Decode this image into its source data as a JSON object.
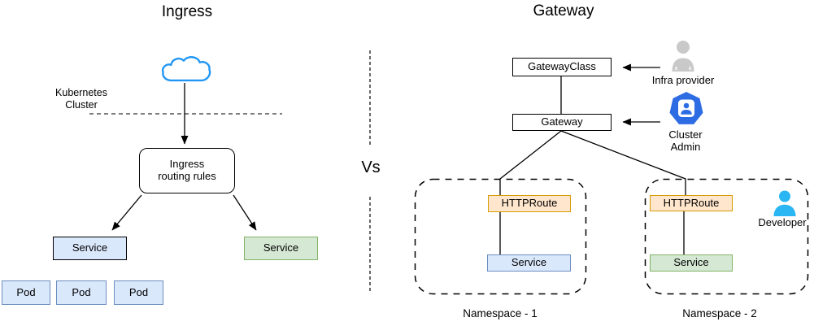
{
  "titles": {
    "left": "Ingress",
    "right": "Gateway",
    "versus": "Vs"
  },
  "left": {
    "cluster_label": "Kubernetes Cluster",
    "routing_box": "Ingress routing rules",
    "service_blue": "Service",
    "service_green": "Service",
    "pods": [
      "Pod",
      "Pod",
      "Pod"
    ]
  },
  "right": {
    "gateway_class": "GatewayClass",
    "gateway": "Gateway",
    "infra_provider": "Infra provider",
    "cluster_admin": "Cluster Admin",
    "developer": "Developer",
    "namespaces": [
      {
        "label": "Namespace - 1",
        "httproute": "HTTPRoute",
        "service": "Service"
      },
      {
        "label": "Namespace - 2",
        "httproute": "HTTPRoute",
        "service": "Service"
      }
    ]
  },
  "icons": [
    "cloud-icon",
    "infra-provider-icon",
    "cluster-admin-icon",
    "developer-icon"
  ],
  "colors": {
    "box_blue_fill": "#dae8fc",
    "box_blue_border": "#6c8ebf",
    "box_green_fill": "#d5e8d4",
    "box_green_border": "#82b366",
    "box_orange_fill": "#ffe6cc",
    "box_orange_border": "#d79b00",
    "cloud_stroke": "#2196f3",
    "admin_blue": "#2e6ce4",
    "developer_blue": "#29b6f2",
    "infra_gray": "#c9c9c9"
  }
}
